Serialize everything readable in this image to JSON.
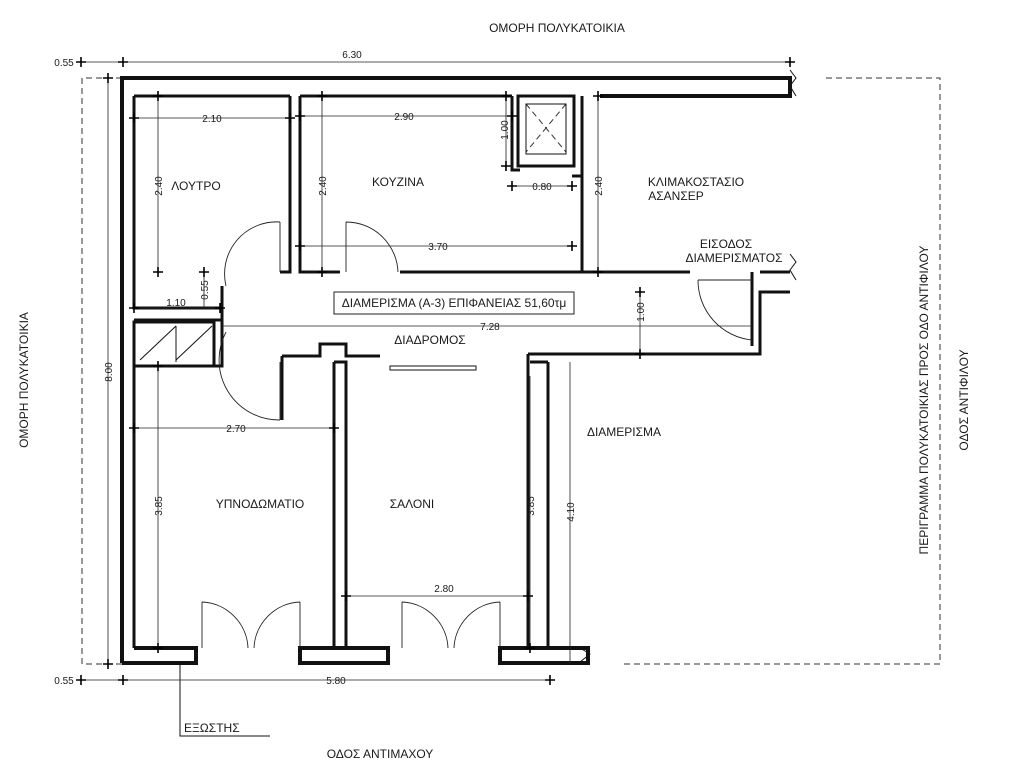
{
  "labels": {
    "top_neighbor": "ΟΜΟΡΗ ΠΟΛΥΚΑΤΟΙΚΙΑ",
    "left_neighbor": "ΟΜΟΡΗ ΠΟΛΥΚΑΤΟΙΚΙΑ",
    "right_perimeter": "ΠΕΡΙΓΡΑΜΜΑ ΠΟΛΥΚΑΤΟΙΚΙΑΣ ΠΡΟΣ ΟΔΟ ΑΝΤΙΦΙΛΟΥ",
    "right_street": "ΟΔΟΣ ΑΝΤΙΦΙΛΟΥ",
    "bottom_street": "ΟΔΟΣ ΑΝΤΙΜΑΧΟΥ",
    "balcony": "ΕΞΩΣΤΗΣ",
    "area_box": "ΔΙΑΜΕΡΙΣΜΑ (Α-3) ΕΠΙΦΑΝΕΙΑΣ 51,60τμ"
  },
  "rooms": {
    "bathroom": "ΛΟΥΤΡΟ",
    "kitchen": "ΚΟΥΖΙΝΑ",
    "stairwell_1": "ΚΛΙΜΑΚΟΣΤΑΣΙΟ",
    "stairwell_2": "ΑΣΑΝΣΕΡ",
    "entrance_1": "ΕΙΣΟΔΟΣ",
    "entrance_2": "ΔΙΑΜΕΡΙΣΜΑΤΟΣ",
    "corridor": "ΔΙΑΔΡΟΜΟΣ",
    "bedroom": "ΥΠΝΟΔΩΜΑΤΙΟ",
    "living": "ΣΑΛΟΝΙ",
    "other_apartment": "ΔΙΑΜΕΡΙΣΜΑ"
  },
  "dims": {
    "top_offset": "0.55",
    "top_width": "6.30",
    "bath_width": "2.10",
    "kitchen_width": "2.90",
    "shaft_height": "1.00",
    "shaft_width": "0.80",
    "bath_height": "2.40",
    "kitchen_height": "2.40",
    "stair_height": "2.40",
    "kitchen_lower": "3.70",
    "wc_height": "0.55",
    "wc_width": "1.10",
    "corridor_length": "7.28",
    "corridor_width": "1.00",
    "bedroom_width": "2.70",
    "total_height": "8.00",
    "bedroom_height": "3.85",
    "living_height": "3.85",
    "right_height": "4.10",
    "living_width": "2.80",
    "bottom_offset": "0.55",
    "bottom_width": "5.80"
  }
}
